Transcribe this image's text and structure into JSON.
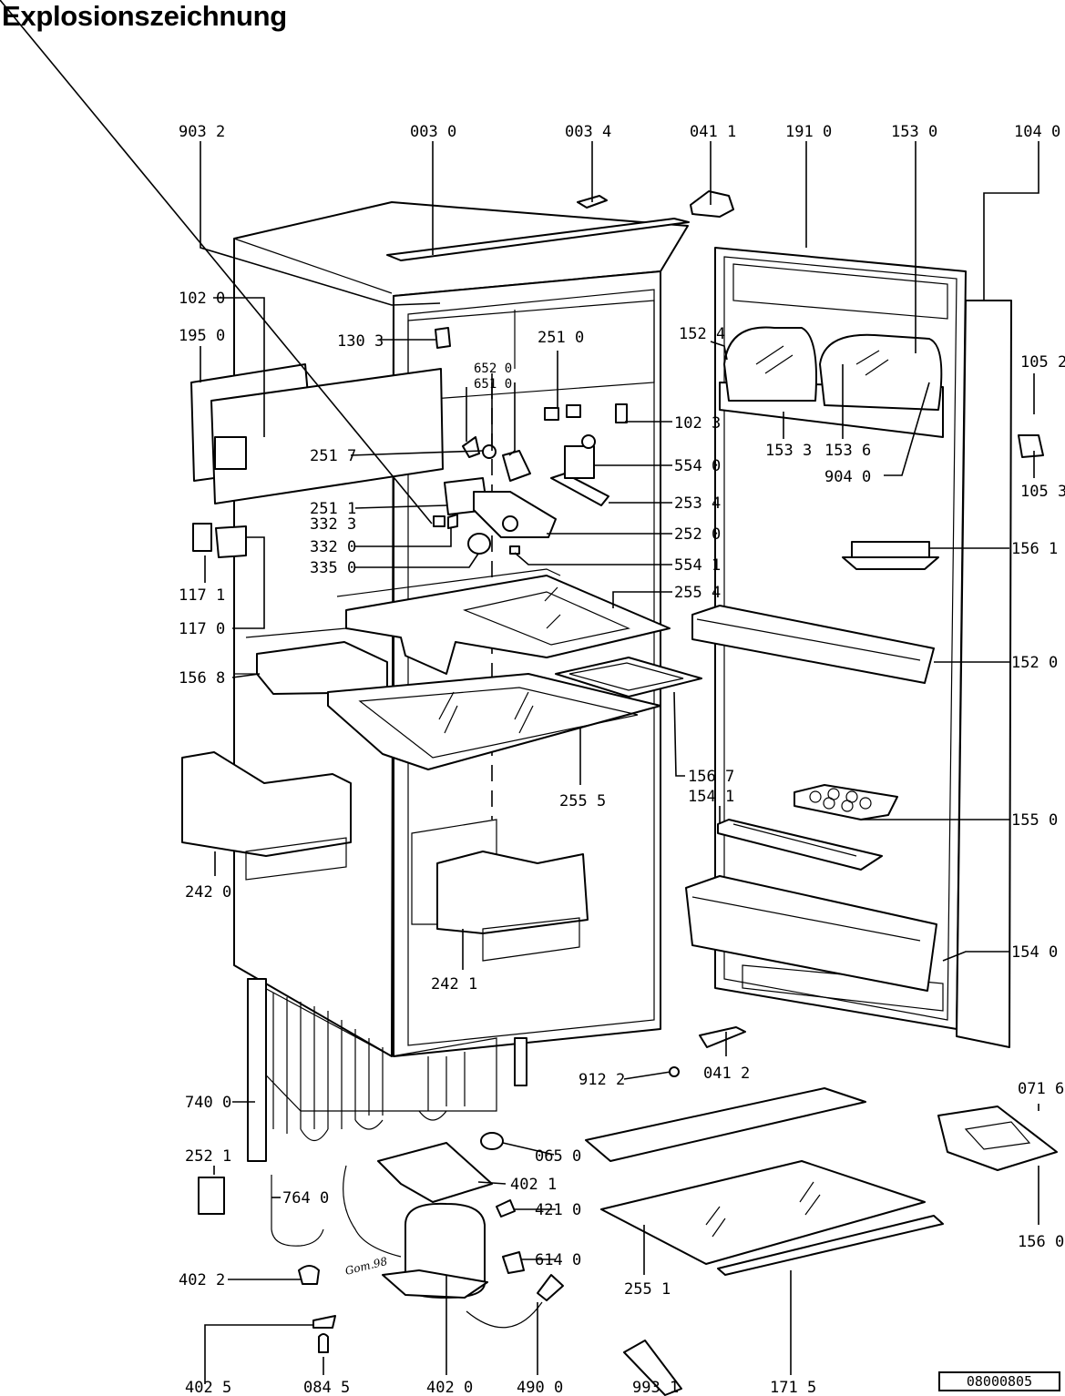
{
  "title": "Explosionszeichnung",
  "document_number": "08000805",
  "signature": "Gom.98",
  "parts": [
    {
      "id": "p9032",
      "label": "903 2"
    },
    {
      "id": "p0030",
      "label": "003 0"
    },
    {
      "id": "p0034",
      "label": "003 4"
    },
    {
      "id": "p0411",
      "label": "041 1"
    },
    {
      "id": "p1910",
      "label": "191 0"
    },
    {
      "id": "p1530",
      "label": "153 0"
    },
    {
      "id": "p1040",
      "label": "104 0"
    },
    {
      "id": "p1020",
      "label": "102 0"
    },
    {
      "id": "p1950",
      "label": "195 0"
    },
    {
      "id": "p1303",
      "label": "130 3"
    },
    {
      "id": "p2510",
      "label": "251 0"
    },
    {
      "id": "p6520",
      "label": "652 0"
    },
    {
      "id": "p6510",
      "label": "651 0"
    },
    {
      "id": "p1524",
      "label": "152 4"
    },
    {
      "id": "p1052",
      "label": "105 2"
    },
    {
      "id": "p1023",
      "label": "102 3"
    },
    {
      "id": "p1533",
      "label": "153 3"
    },
    {
      "id": "p1536",
      "label": "153 6"
    },
    {
      "id": "p2517",
      "label": "251 7"
    },
    {
      "id": "p5540",
      "label": "554 0"
    },
    {
      "id": "p9040",
      "label": "904 0"
    },
    {
      "id": "p1053",
      "label": "105 3"
    },
    {
      "id": "p2511",
      "label": "251 1"
    },
    {
      "id": "p2534",
      "label": "253 4"
    },
    {
      "id": "p3323",
      "label": "332 3"
    },
    {
      "id": "p2520",
      "label": "252 0"
    },
    {
      "id": "p3320",
      "label": "332 0"
    },
    {
      "id": "p5541",
      "label": "554 1"
    },
    {
      "id": "p3350",
      "label": "335 0"
    },
    {
      "id": "p1561",
      "label": "156 1"
    },
    {
      "id": "p1171",
      "label": "117 1"
    },
    {
      "id": "p2554",
      "label": "255 4"
    },
    {
      "id": "p1170",
      "label": "117 0"
    },
    {
      "id": "p1520",
      "label": "152 0"
    },
    {
      "id": "p1568",
      "label": "156 8"
    },
    {
      "id": "p1567",
      "label": "156 7"
    },
    {
      "id": "p1541",
      "label": "154 1"
    },
    {
      "id": "p2555",
      "label": "255 5"
    },
    {
      "id": "p1550",
      "label": "155 0"
    },
    {
      "id": "p2420",
      "label": "242 0"
    },
    {
      "id": "p1540",
      "label": "154 0"
    },
    {
      "id": "p2421",
      "label": "242 1"
    },
    {
      "id": "p9122",
      "label": "912 2"
    },
    {
      "id": "p0412",
      "label": "041 2"
    },
    {
      "id": "p7400",
      "label": "740 0"
    },
    {
      "id": "p0716",
      "label": "071 6"
    },
    {
      "id": "p2521",
      "label": "252 1"
    },
    {
      "id": "p0650",
      "label": "065 0"
    },
    {
      "id": "p7640",
      "label": "764 0"
    },
    {
      "id": "p4021",
      "label": "402 1"
    },
    {
      "id": "p4210",
      "label": "421 0"
    },
    {
      "id": "p1560",
      "label": "156 0"
    },
    {
      "id": "p6140",
      "label": "614 0"
    },
    {
      "id": "p4022",
      "label": "402 2"
    },
    {
      "id": "p2551",
      "label": "255 1"
    },
    {
      "id": "p4025",
      "label": "402 5"
    },
    {
      "id": "p0845",
      "label": "084 5"
    },
    {
      "id": "p4020",
      "label": "402 0"
    },
    {
      "id": "p4900",
      "label": "490 0"
    },
    {
      "id": "p9931",
      "label": "993 1"
    },
    {
      "id": "p1715",
      "label": "171 5"
    }
  ]
}
